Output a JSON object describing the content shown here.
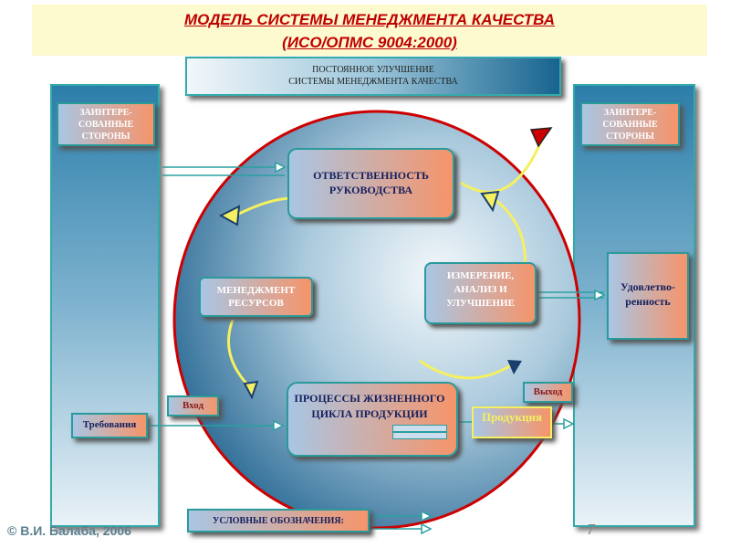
{
  "title": {
    "line1": "МОДЕЛЬ СИСТЕМЫ МЕНЕДЖМЕНТА КАЧЕСТВА",
    "line2": "(ИСО/ОПМС 9004:2000)"
  },
  "top_box": {
    "line1": "ПОСТОЯННОЕ УЛУЧШЕНИЕ",
    "line2": "СИСТЕМЫ МЕНЕДЖМЕНТА КАЧЕСТВА"
  },
  "left_column": {
    "label": "ЗАИНТЕРЕ-СОВАННЫЕ СТОРОНЫ",
    "requirements": "Требования"
  },
  "right_column": {
    "label": "ЗАИНТЕРЕ-СОВАННЫЕ СТОРОНЫ",
    "satisfaction": "Удовлетво-ренность"
  },
  "processes": {
    "responsibility": "ОТВЕТСТВЕННОСТЬ РУКОВОДСТВА",
    "resources": "МЕНЕДЖМЕНТ РЕСУРСОВ",
    "measurement": "ИЗМЕРЕНИЕ, АНАЛИЗ И УЛУЧШЕНИЕ",
    "lifecycle": "ПРОЦЕССЫ ЖИЗНЕННОГО ЦИКЛА ПРОДУКЦИИ"
  },
  "flow": {
    "input": "Вход",
    "output": "Выход",
    "product": "Продукция"
  },
  "legend": {
    "label": "УСЛОВНЫЕ ОБОЗНАЧЕНИЯ:"
  },
  "footer": {
    "copyright": "© В.И. Балаба, 2006",
    "page": "7"
  }
}
